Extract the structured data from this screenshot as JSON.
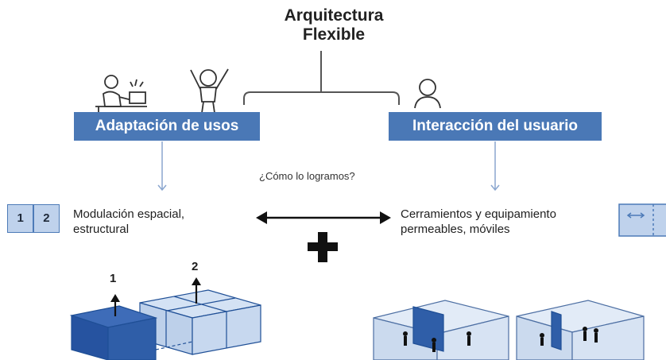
{
  "title": {
    "line1": "Arquitectura",
    "line2": "Flexible"
  },
  "left_box": {
    "label": "Adaptación de usos"
  },
  "right_box": {
    "label": "Interacción del usuario"
  },
  "question": "¿Cómo lo logramos?",
  "left_item": {
    "line1": "Modulación espacial,",
    "line2": "estructural"
  },
  "right_item": {
    "line1": "Cerramientos y equipamiento",
    "line2": "permeables, móviles"
  },
  "module_numbers": [
    "1",
    "2"
  ],
  "block_labels": [
    "1",
    "2"
  ],
  "colors": {
    "accent": "#4a78b6",
    "light": "#bfd2ec",
    "dark": "#2f5ca3",
    "line": "#8aa6cf"
  }
}
